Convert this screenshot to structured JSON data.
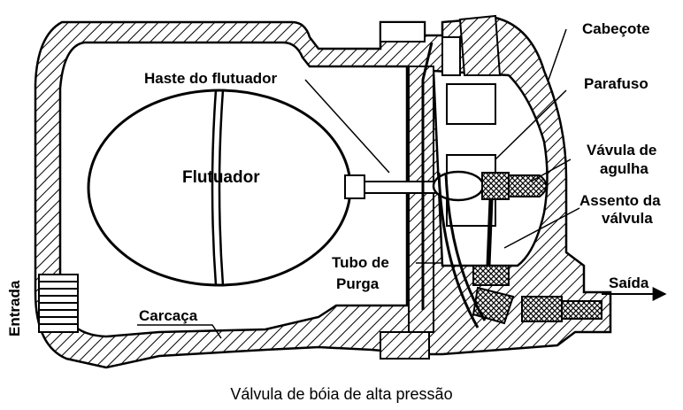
{
  "diagram": {
    "caption": "Válvula de bóia de alta pressão",
    "labels": {
      "cabecote": "Cabeçote",
      "parafuso": "Parafuso",
      "valvula_agulha_1": "Vávula de",
      "valvula_agulha_2": "agulha",
      "assento_1": "Assento da",
      "assento_2": "válvula",
      "haste": "Haste do flutuador",
      "flutuador": "Flutuador",
      "tubo_1": "Tubo de",
      "tubo_2": "Purga",
      "carcaca": "Carcaça",
      "entrada": "Entrada",
      "saida": "Saída"
    },
    "colors": {
      "ink": "#000000",
      "paper": "#ffffff"
    }
  }
}
